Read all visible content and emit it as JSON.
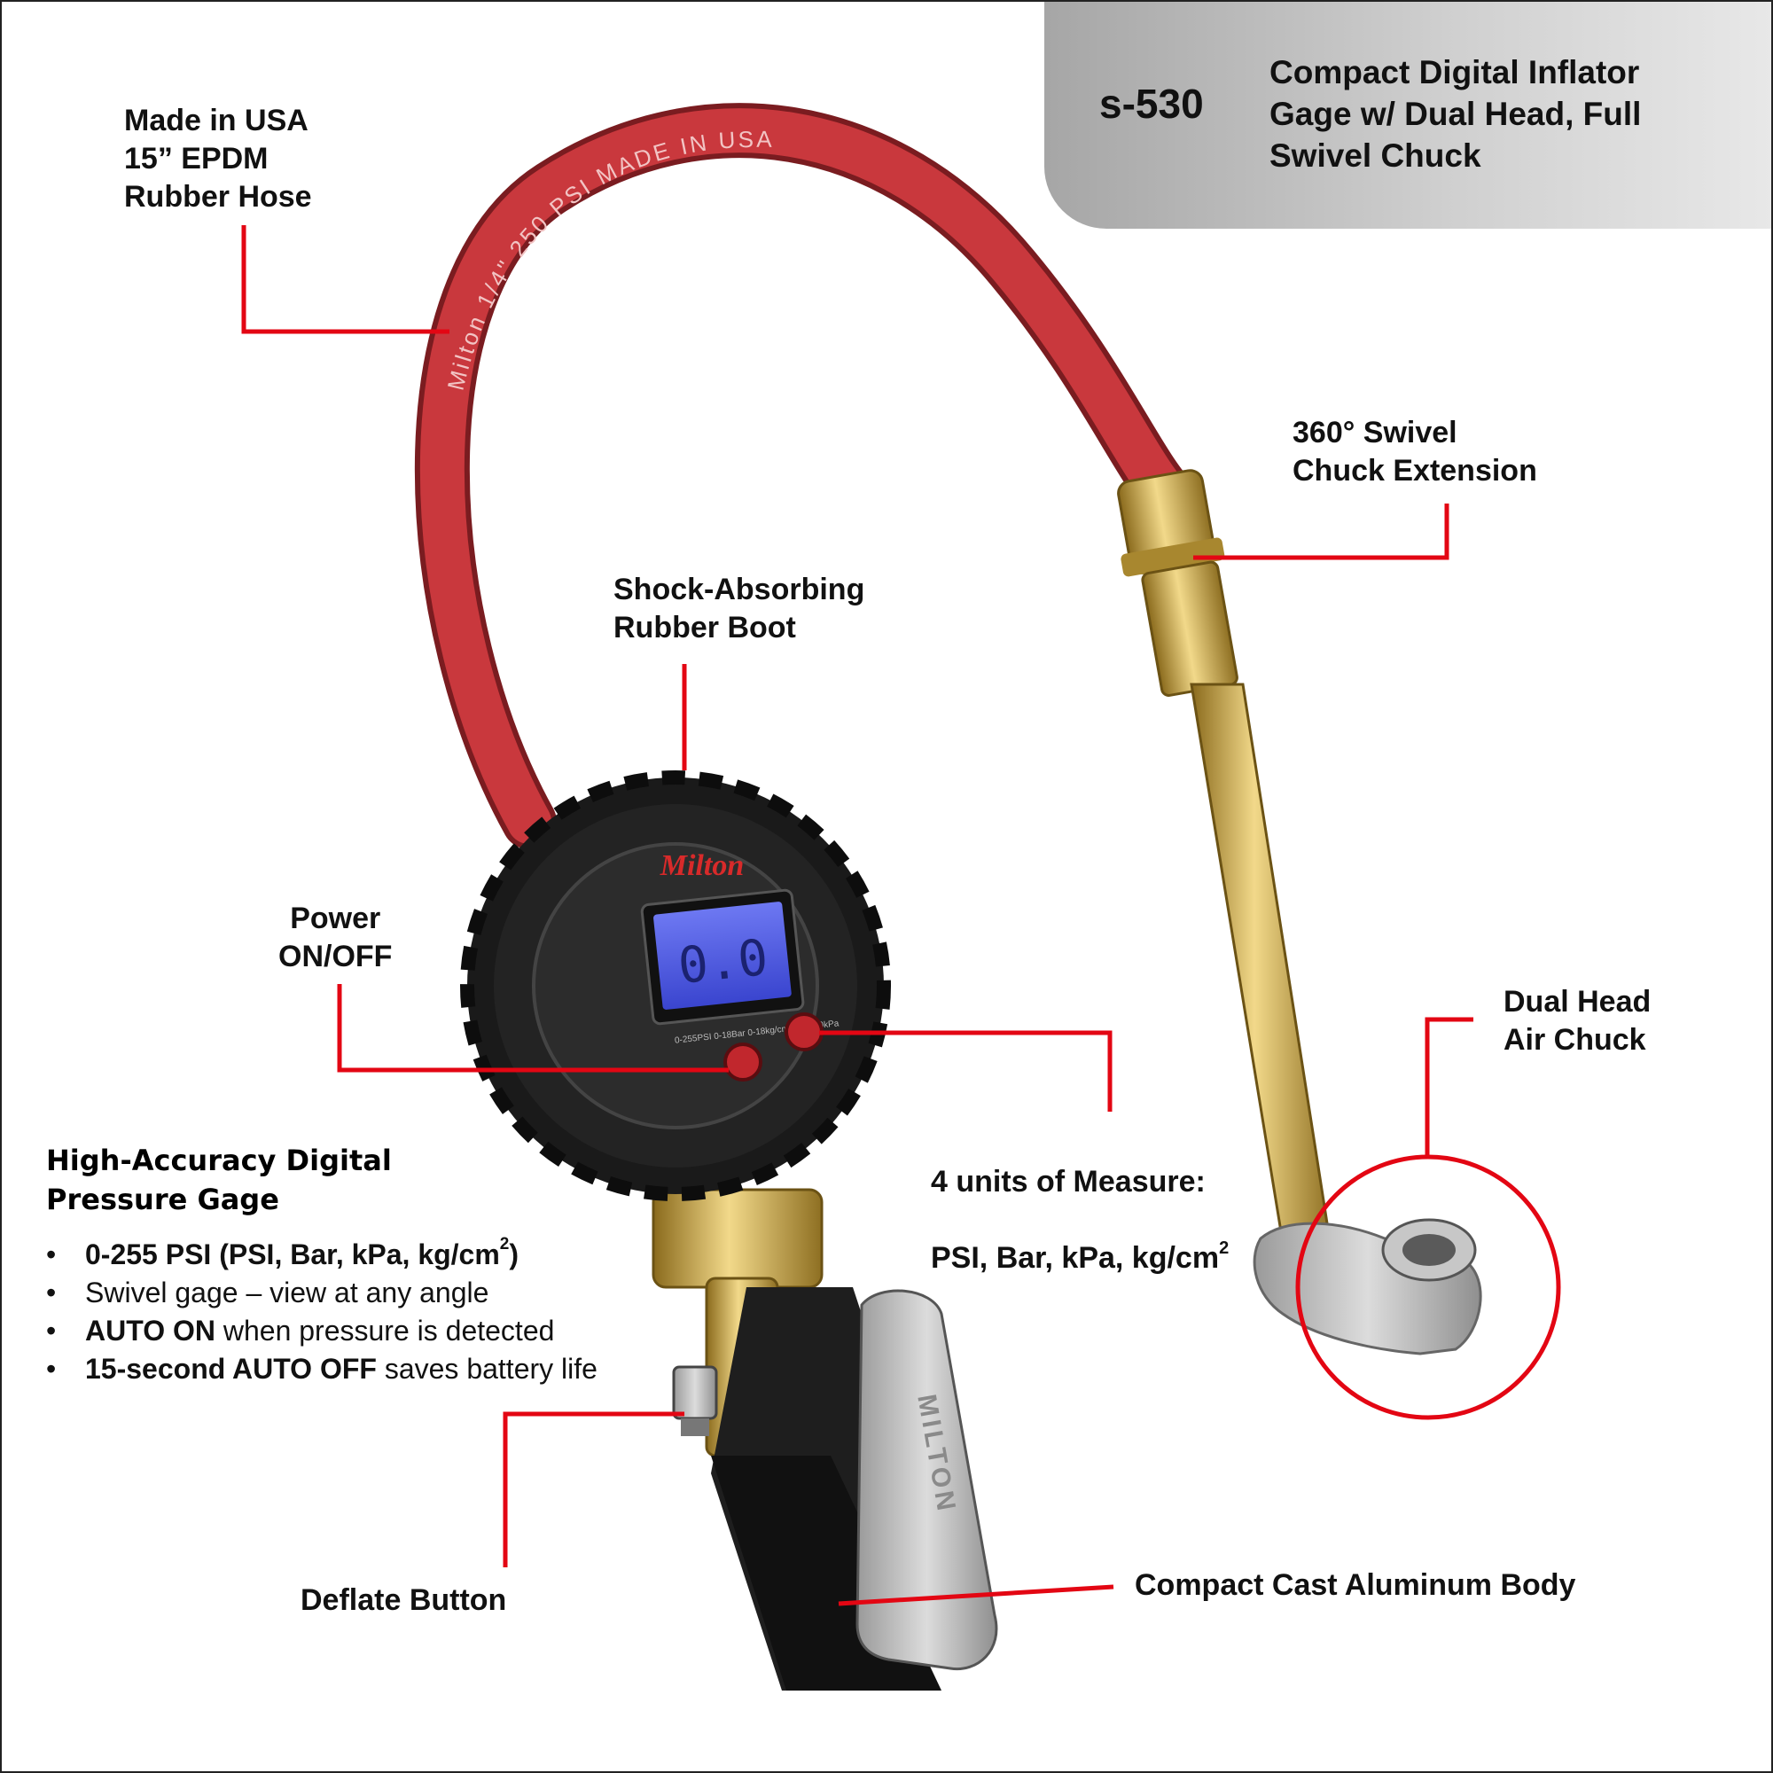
{
  "header": {
    "model": "s-530",
    "title": "Compact Digital Inflator Gage w/ Dual Head, Full Swivel Chuck"
  },
  "callouts": {
    "hose": "Made in USA\n15” EPDM\nRubber Hose",
    "swivel": "360° Swivel\nChuck Extension",
    "boot": "Shock-Absorbing\nRubber Boot",
    "power": "Power\nON/OFF",
    "chuck": "Dual Head\nAir Chuck",
    "units_line1": "4 units of Measure:",
    "units_line2": "PSI, Bar, kPa, kg/cm",
    "units_sup": "2",
    "deflate": "Deflate Button",
    "body": "Compact Cast Aluminum Body"
  },
  "hose_print": "Milton  1/4\"  250 PSI  MADE IN USA",
  "gauge": {
    "brand": "Milton",
    "reading": "0.0",
    "units_list": "0-255PSI  0-18Bar  0-18kg/cm2  0-1800kPa"
  },
  "body_brand": "MILTON",
  "features": {
    "title": "High-Accuracy Digital Pressure Gage",
    "bullet": "•",
    "items": [
      {
        "bold": "0-255 PSI (PSI, Bar, kPa, kg/cm",
        "bold_sup": "2",
        "bold_end": ")",
        "text": ""
      },
      {
        "bold": "",
        "bold_sup": "",
        "bold_end": "",
        "text": "Swivel gage – view at any angle"
      },
      {
        "bold": "AUTO ON",
        "bold_sup": "",
        "bold_end": "",
        "text": " when pressure is detected"
      },
      {
        "bold": "15-second AUTO OFF",
        "bold_sup": "",
        "bold_end": "",
        "text": " saves battery life"
      }
    ]
  },
  "colors": {
    "callout_line": "#e30613",
    "hose": "#c9383d",
    "brass": "#c9a646",
    "gauge_rubber": "#1a1a1a",
    "lcd": "#4a56e0",
    "header_gradient_start": "#a6a6a6"
  }
}
